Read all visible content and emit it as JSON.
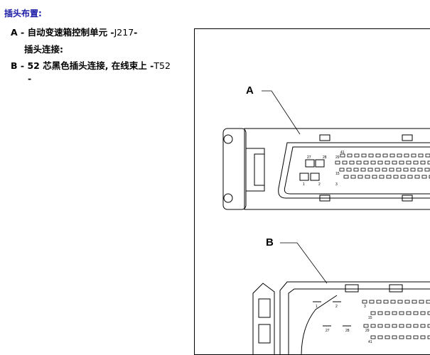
{
  "section": {
    "title": "插头布置:"
  },
  "items": [
    {
      "letter": "A -",
      "text": "自动变速箱控制单元 -",
      "ref": "J217",
      "suffix": "-"
    },
    {
      "text": "插头连接:"
    },
    {
      "letter": "B -",
      "bold_num": "52",
      "text": "芯黑色插头连接, 在线束上 -",
      "ref": "T52"
    },
    {
      "text": "-"
    }
  ],
  "figure": {
    "callouts": [
      "A",
      "B"
    ],
    "pin_labels_a": [
      "41",
      "27",
      "28",
      "29",
      "15",
      "1",
      "2",
      "3"
    ],
    "pin_labels_b": [
      "1",
      "2",
      "3",
      "15",
      "27",
      "28",
      "29",
      "41"
    ]
  }
}
